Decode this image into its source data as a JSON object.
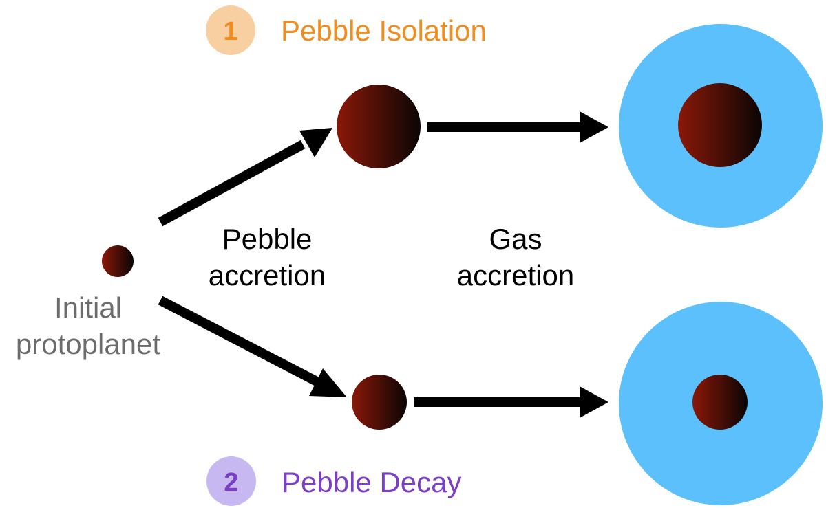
{
  "scenario_1": {
    "number": "1",
    "title": "Pebble Isolation"
  },
  "scenario_2": {
    "number": "2",
    "title": "Pebble Decay"
  },
  "stages": {
    "initial_line1": "Initial",
    "initial_line2": "protoplanet",
    "pebble_line1": "Pebble",
    "pebble_line2": "accretion",
    "gas_line1": "Gas",
    "gas_line2": "accretion"
  },
  "colors": {
    "scenario_1_badge": "#f7cfa0",
    "scenario_1_text": "#f28c1e",
    "scenario_2_badge": "#c8b8f2",
    "scenario_2_text": "#7b3fc7",
    "core_light": "#8a1808",
    "core_dark": "#0a0504",
    "envelope": "#5bc0fb",
    "arrow": "#000000",
    "label_gray": "#6b6b6b",
    "label_black": "#000000"
  }
}
